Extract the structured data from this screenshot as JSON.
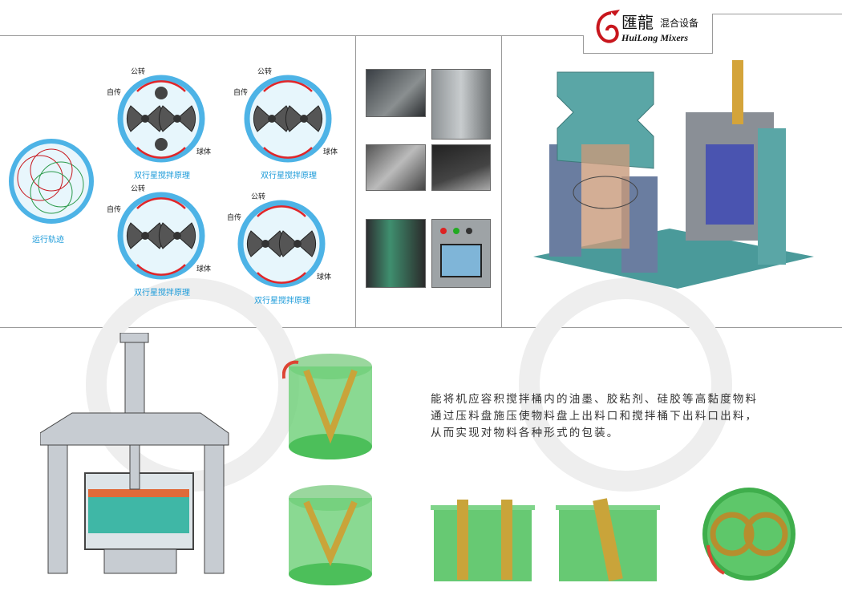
{
  "brand": {
    "name_cn": "匯龍",
    "tagline_cn": "混合设备",
    "name_en": "HuiLong Mixers",
    "accent": "#c8161d"
  },
  "principle": {
    "track_caption": "运行轨迹",
    "diagrams": [
      {
        "caption": "双行星搅拌原理",
        "labels": {
          "revolution": "公转",
          "rotation": "自传",
          "body": "球体"
        }
      },
      {
        "caption": "双行星搅拌原理",
        "labels": {
          "revolution": "公转",
          "rotation": "自传",
          "body": "球体"
        }
      },
      {
        "caption": "双行星搅拌原理",
        "labels": {
          "revolution": "公转",
          "rotation": "自传",
          "body": "球体"
        }
      },
      {
        "caption": "双行星搅拌原理",
        "labels": {
          "revolution": "公转",
          "rotation": "自传",
          "body": "球体"
        }
      }
    ]
  },
  "description": "能将机应容积搅拌桶内的油墨、胶粘剂、硅胶等高黏度物料通过压料盘施压使物料盘上出料口和搅拌桶下出料口出料，从而实现对物料各种形式的包装。",
  "colors": {
    "diagram_blue": "#4db3e6",
    "caption_blue": "#1a9ad9",
    "machine_teal": "#5aa6a6",
    "render_green": "#4cbf5a"
  }
}
